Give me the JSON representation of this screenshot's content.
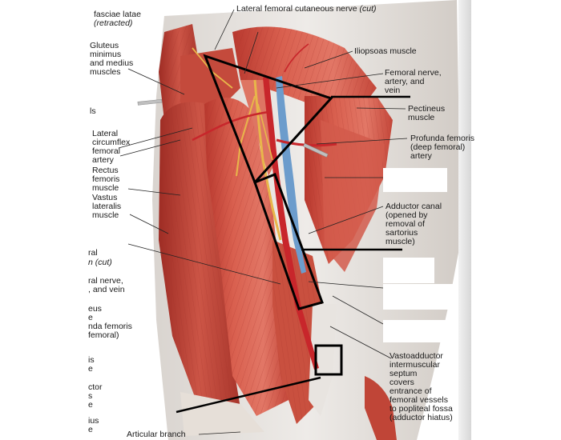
{
  "labels": {
    "fasciae_latae": "fasciae latae",
    "retracted": "(retracted)",
    "lat_fem_cut_nerve": "Lateral femoral cutaneous nerve",
    "cut_note": "(cut)",
    "gluteus": "Gluteus\nminimus\nand medius\nmuscles",
    "iliopsoas": "Iliopsoas muscle",
    "femoral_nav": "Femoral nerve,\nartery, and\nvein",
    "left_ls": "ls",
    "pectineus": "Pectineus\nmuscle",
    "lat_circ": "Lateral\ncircumflex\nfemoral\nartery",
    "profunda": "Profunda femoris\n(deep femoral)\nartery",
    "rectus": "Rectus\nfemoris\nmuscle",
    "vastus_lat": "Vastus\nlateralis\nmuscle",
    "adductor_canal": "Adductor canal\n(opened by\nremoval of\nsartorius\nmuscle)",
    "left_ral": "ral",
    "left_n_cut": "n (cut)",
    "left_ral_nerve": "ral nerve,\n, and vein",
    "left_eus": "eus\ne\nnda femoris\nfemoral)",
    "left_is": "is\ne",
    "left_ctor": "ctor\ns\ne",
    "left_ius": "ius\ne",
    "vastoadductor": "Vastoadductor\nintermuscular\nseptum\ncovers\nentrance of\nfemoral vessels\nto popliteal fossa\n(adductor hiatus)",
    "articular": "Articular branch"
  }
}
